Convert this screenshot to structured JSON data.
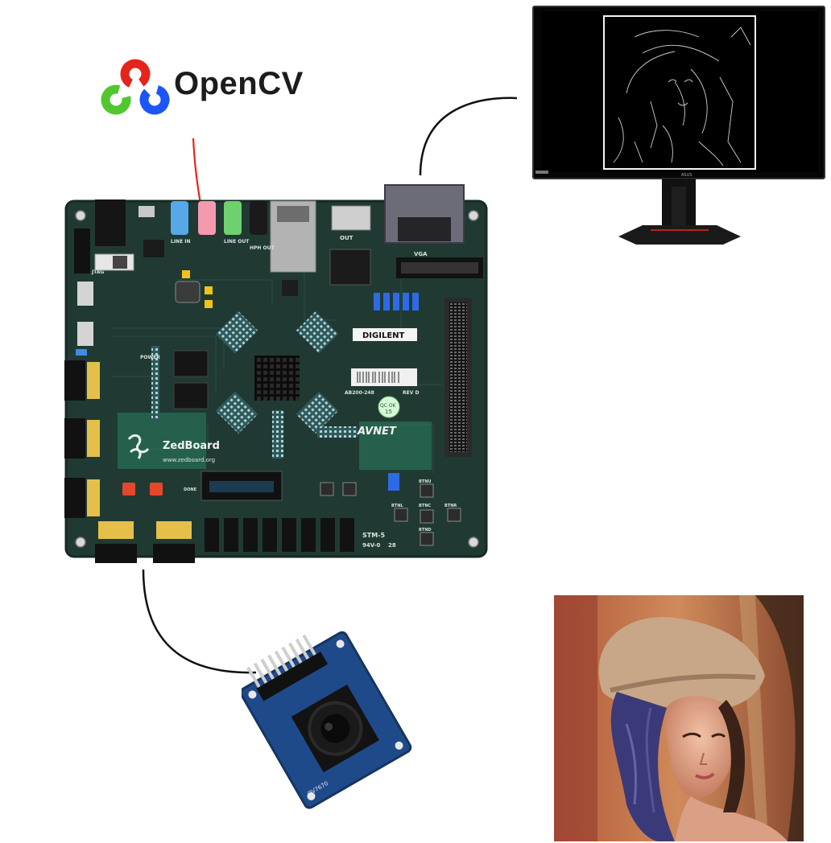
{
  "logo": {
    "name": "OpenCV",
    "colors": {
      "red": "#e5241c",
      "green": "#52c62f",
      "blue": "#1c56f4"
    }
  },
  "board": {
    "name": "ZedBoard",
    "url": "www.zedboard.org",
    "brand": "DIGILENT",
    "partner": "AVNET",
    "pcb_color": "#203a33",
    "labels": {
      "power": "POWER",
      "done": "DONE",
      "stm": "STM-5",
      "rating": "94V-0",
      "rating_num": "28",
      "rev": "REV D",
      "part_no": "AB200-248",
      "qc": "QC OK",
      "qc_num": "15",
      "line_in": "LINE IN",
      "line_out": "LINE OUT",
      "hph_out": "HPH OUT",
      "vga": "VGA",
      "hdmi": "OUT",
      "jtag": "JTAG",
      "btn_l": "BTNL",
      "btn_r": "BTNR",
      "btn_u": "BTNU",
      "btn_d": "BTND",
      "btn_c": "BTNC"
    }
  },
  "monitor": {
    "brand": "ASUS",
    "screen_content": "edge-detected image"
  },
  "camera": {
    "module": "OV7670"
  },
  "photo": {
    "subject": "portrait with hat"
  },
  "icons": [
    "opencv-logo",
    "zedboard-board",
    "monitor-icon",
    "camera-module-icon",
    "portrait-photo"
  ],
  "cable_colors": {
    "signal": "#e8231e",
    "black": "#111111"
  }
}
